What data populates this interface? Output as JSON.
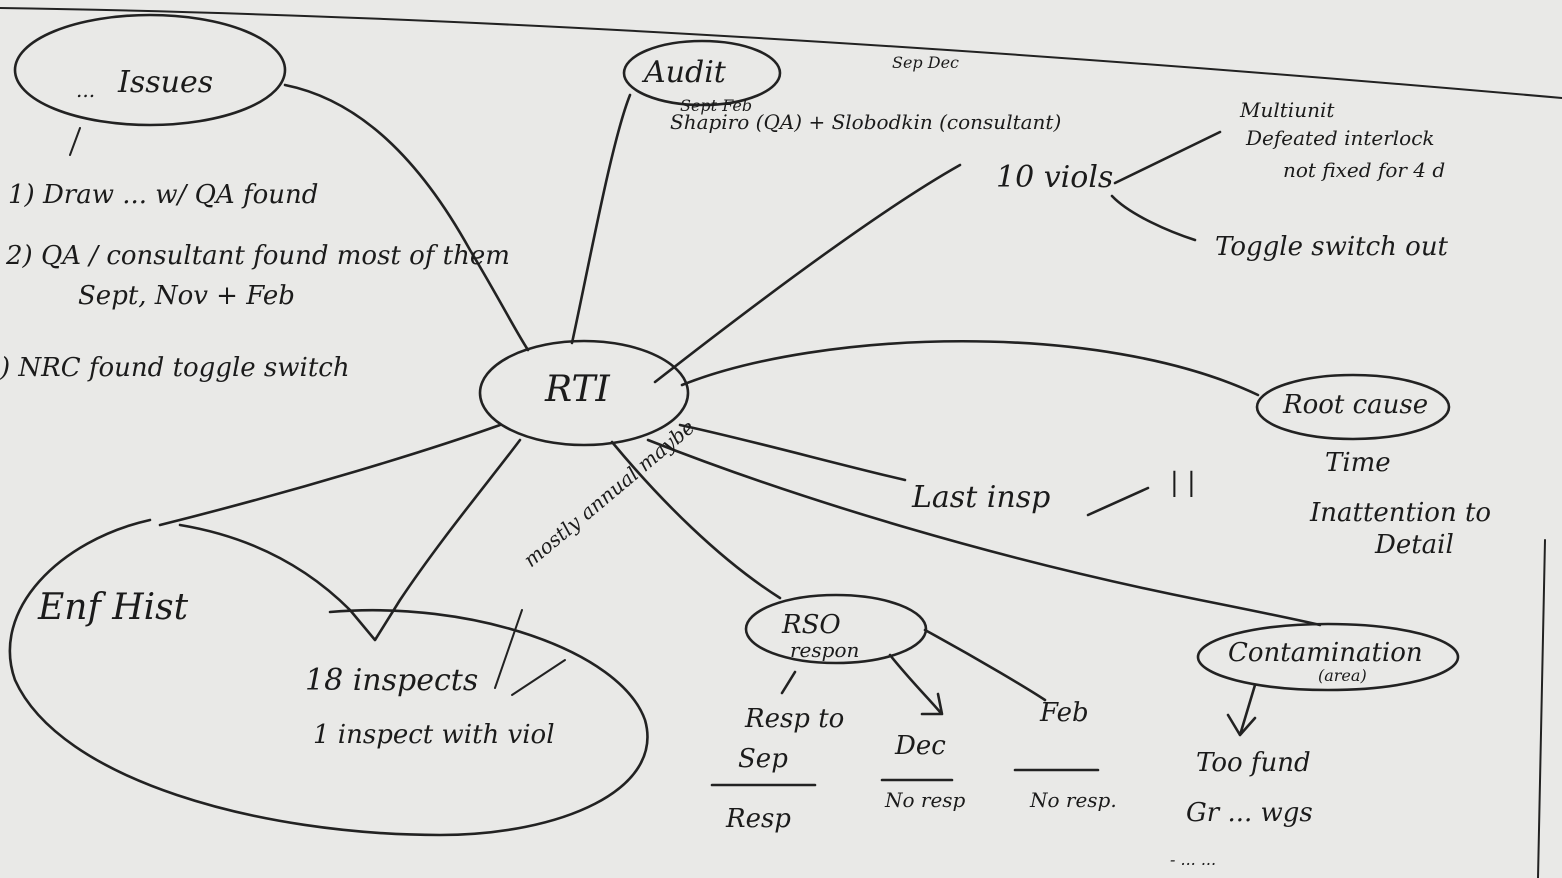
{
  "nodes": {
    "center": "RTI",
    "issues": "Issues",
    "issues_prefix": "...",
    "audit": "Audit",
    "tenviols": "10 viols",
    "rootcause": "Root cause",
    "lastinsp": "Last insp",
    "lastinsp_marks": "| |",
    "rso": "RSO",
    "rso_sub": "respon",
    "contamination": "Contamination",
    "contamination_sub": "(area)",
    "enfhist": "Enf Hist"
  },
  "issues_list": [
    "1) Draw ... w/ QA found",
    "2) QA / consultant found  most of them",
    "Sept, Nov + Feb",
    ") NRC found toggle switch"
  ],
  "audit_notes": {
    "months_top": "Sep Dec",
    "months_mid": "Sept Feb",
    "consultants": "Shapiro (QA) + Slobodkin (consultant)"
  },
  "viols_branches": {
    "upper_top": "Multiunit",
    "upper_line1": "Defeated interlock",
    "upper_line2": "not fixed for 4 d",
    "lower": "Toggle switch out"
  },
  "rootcause_list": [
    "Time",
    "Inattention to",
    "Detail"
  ],
  "enf_notes": {
    "inspections": "18 inspects",
    "with_viol": "1 inspect with viol",
    "annotation": "mostly annual maybe"
  },
  "rso_columns": [
    {
      "top": "Resp to",
      "head": "Sep",
      "bottom": "Resp"
    },
    {
      "top": "",
      "head": "Dec",
      "bottom": "No resp"
    },
    {
      "top": "",
      "head": "Feb",
      "bottom": "No resp."
    }
  ],
  "contamination_list": [
    "Too fund",
    "Gr ... wgs",
    "- ... ..."
  ]
}
